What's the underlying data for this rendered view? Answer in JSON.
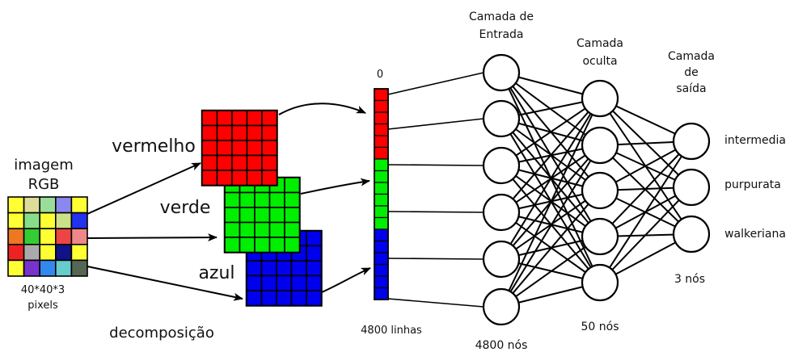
{
  "input_image": {
    "title_line1": "imagem",
    "title_line2": "RGB",
    "size": "40*40*3",
    "unit": "pixels",
    "pixel_colors": [
      [
        "#ffff33",
        "#dddd99",
        "#99dd99",
        "#8888ee",
        "#ffff33"
      ],
      [
        "#ffff33",
        "#88dd88",
        "#ffff33",
        "#cce088",
        "#2233ee"
      ],
      [
        "#ee7722",
        "#33cc33",
        "#ffff33",
        "#ee4444",
        "#ee8888"
      ],
      [
        "#ee2222",
        "#aaaaaa",
        "#ffff33",
        "#111188",
        "#ffff33"
      ],
      [
        "#ffff33",
        "#7733cc",
        "#3388ee",
        "#66cccc",
        "#556655"
      ]
    ]
  },
  "channels": [
    {
      "label": "vermelho",
      "color": "#ff0000"
    },
    {
      "label": "verde",
      "color": "#00ee00"
    },
    {
      "label": "azul",
      "color": "#0000ee"
    }
  ],
  "decomposition_label": "decomposição",
  "vector": {
    "top_label": "0",
    "bottom_label": "4800 linhas"
  },
  "layers": {
    "input": {
      "title_line1": "Camada de",
      "title_line2": "Entrada",
      "count_label": "4800 nós",
      "nodes": 6
    },
    "hidden": {
      "title_line1": "Camada",
      "title_line2": "oculta",
      "count_label": "50 nós",
      "nodes": 5
    },
    "output": {
      "title_line1": "Camada",
      "title_line2": "de",
      "title_line3": "saída",
      "count_label": "3  nós",
      "nodes": 3
    }
  },
  "classes": [
    "intermedia",
    "purpurata",
    "walkeriana"
  ]
}
